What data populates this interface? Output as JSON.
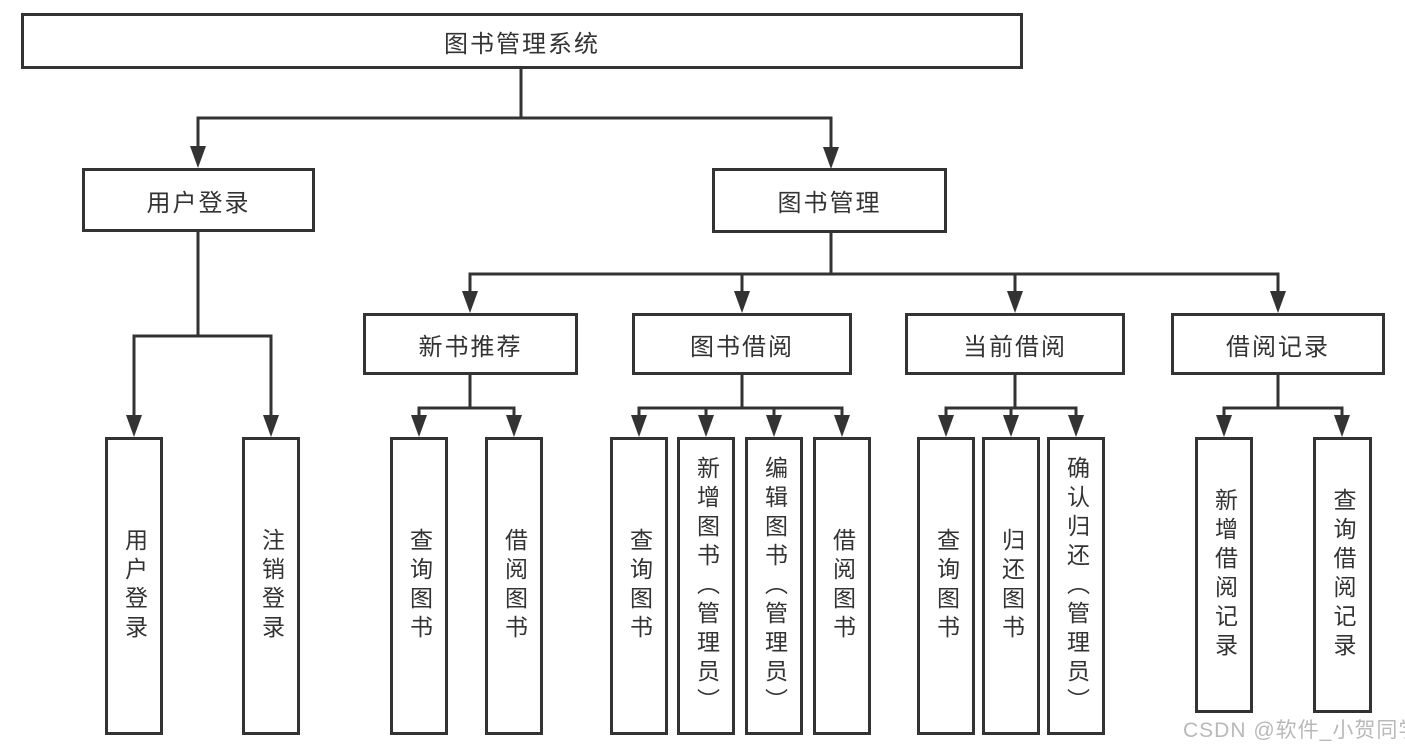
{
  "diagram_title": "图书管理系统",
  "colors": {
    "line": "#333333",
    "text": "#333333",
    "box_background": "#ffffff",
    "watermark": "#b9b9b9"
  },
  "watermark": {
    "text": "CSDN @软件_小贺同学"
  },
  "tree": {
    "label": "图书管理系统",
    "children": [
      {
        "label": "用户登录",
        "children": [
          {
            "label": "用户登录"
          },
          {
            "label": "注销登录"
          }
        ]
      },
      {
        "label": "图书管理",
        "children": [
          {
            "label": "新书推荐",
            "children": [
              {
                "label": "查询图书"
              },
              {
                "label": "借阅图书"
              }
            ]
          },
          {
            "label": "图书借阅",
            "children": [
              {
                "label": "查询图书"
              },
              {
                "label": "新增图书（管理员）"
              },
              {
                "label": "编辑图书（管理员）"
              },
              {
                "label": "借阅图书"
              }
            ]
          },
          {
            "label": "当前借阅",
            "children": [
              {
                "label": "查询图书"
              },
              {
                "label": "归还图书"
              },
              {
                "label": "确认归还（管理员）"
              }
            ]
          },
          {
            "label": "借阅记录",
            "children": [
              {
                "label": "新增借阅记录"
              },
              {
                "label": "查询借阅记录"
              }
            ]
          }
        ]
      }
    ]
  }
}
